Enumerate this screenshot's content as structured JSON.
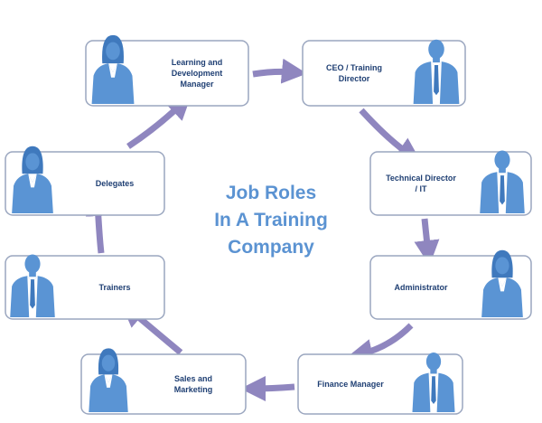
{
  "title": [
    "Job Roles",
    "In A Training",
    "Company"
  ],
  "colors": {
    "figure": "#5a94d4",
    "figure_dark": "#3f79bd",
    "box_border": "#9aa6bf",
    "arrow": "#8f86bf",
    "text": "#1f3f73",
    "title": "#5b93d2"
  },
  "nodes": [
    {
      "id": "learning-dev-manager",
      "label": [
        "Learning and",
        "Development",
        "Manager"
      ],
      "figure": "woman"
    },
    {
      "id": "ceo-training-director",
      "label": [
        "CEO / Training",
        "Director"
      ],
      "figure": "man"
    },
    {
      "id": "technical-director-it",
      "label": [
        "Technical Director",
        "/ IT"
      ],
      "figure": "man"
    },
    {
      "id": "administrator",
      "label": [
        "Administrator"
      ],
      "figure": "woman"
    },
    {
      "id": "finance-manager",
      "label": [
        "Finance Manager"
      ],
      "figure": "man"
    },
    {
      "id": "sales-marketing",
      "label": [
        "Sales and",
        "Marketing"
      ],
      "figure": "woman"
    },
    {
      "id": "trainers",
      "label": [
        "Trainers"
      ],
      "figure": "man"
    },
    {
      "id": "delegates",
      "label": [
        "Delegates"
      ],
      "figure": "woman"
    }
  ],
  "flow_order": [
    "learning-dev-manager",
    "ceo-training-director",
    "technical-director-it",
    "administrator",
    "finance-manager",
    "sales-marketing",
    "trainers",
    "delegates",
    "learning-dev-manager"
  ]
}
